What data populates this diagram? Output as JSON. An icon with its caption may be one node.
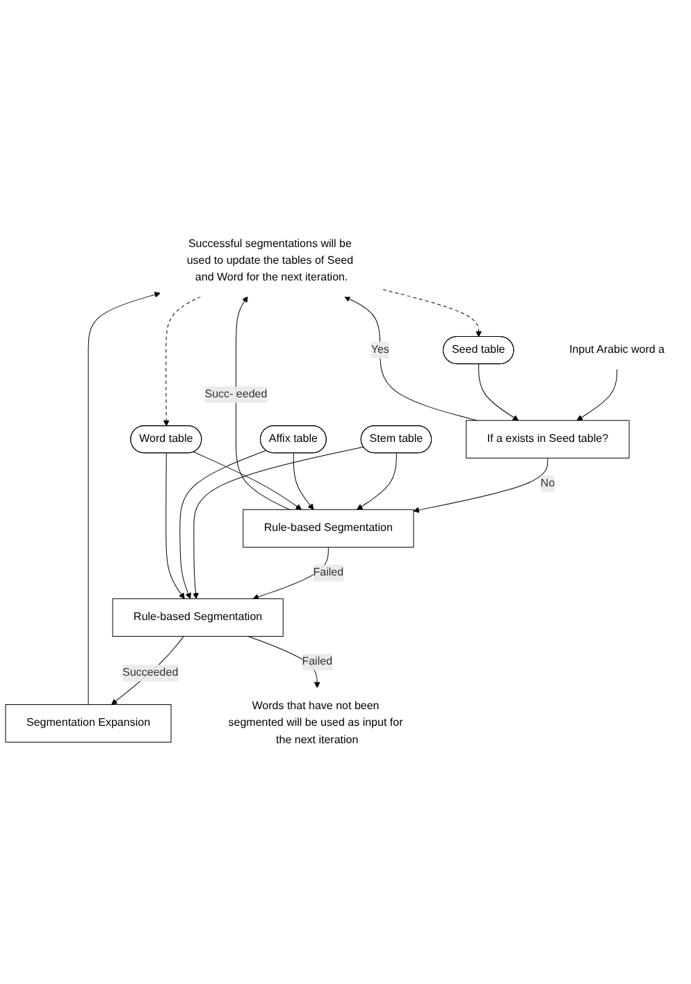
{
  "diagram": {
    "nodes": [
      {
        "text": [
          "Successful segmentations will be used to update the tables of Seed and Word for the next iteration."
        ]
      },
      {
        "text": [
          "Input Arabic word a"
        ]
      },
      {
        "text": [
          "If a exists in Seed table?"
        ]
      },
      {
        "text": [
          "Seed table"
        ]
      },
      {
        "text": [
          "Rule-based Segmentation"
        ]
      },
      {
        "text": [
          "Stem table"
        ]
      },
      {
        "text": [
          "Affix table"
        ]
      },
      {
        "text": [
          "Rule-based Segmentation"
        ]
      },
      {
        "text": [
          "Word table"
        ]
      },
      {
        "text": [
          "Segmentation Expansion"
        ]
      },
      {
        "text": [
          "Words that have not been segmented will be used as input for the next iteration"
        ]
      }
    ],
    "edges": [
      {
        "from": 1,
        "to": 2,
        "arrow": "to"
      },
      {
        "from": 2,
        "to": 0,
        "arrow": "to",
        "label": "Yes"
      },
      {
        "from": 2,
        "to": 4,
        "arrow": "to",
        "label": "No"
      },
      {
        "from": 3,
        "to": 2,
        "arrow": "to"
      },
      {
        "from": 4,
        "to": 0,
        "arrow": "to",
        "label": "Succ- eeded"
      },
      {
        "from": 4,
        "to": 7,
        "arrow": "to",
        "label": "Failed"
      },
      {
        "from": 5,
        "to": 4,
        "arrow": "to"
      },
      {
        "from": 5,
        "to": 7,
        "arrow": "to"
      },
      {
        "from": 6,
        "to": 4,
        "arrow": "to"
      },
      {
        "from": 6,
        "to": 7,
        "arrow": "to"
      },
      {
        "from": 8,
        "to": 4,
        "arrow": "to"
      },
      {
        "from": 8,
        "to": 7,
        "arrow": "to"
      },
      {
        "from": 7,
        "to": 9,
        "arrow": "to",
        "label": "Succeeded"
      },
      {
        "from": 7,
        "to": 10,
        "arrow": "to",
        "label": "Failed"
      },
      {
        "from": 9,
        "to": 0,
        "arrow": "to"
      },
      {
        "from": 0,
        "to": 3,
        "arrow": "to",
        "style": "dashed"
      },
      {
        "from": 0,
        "to": 8,
        "arrow": "to",
        "style": "dashed"
      }
    ]
  }
}
